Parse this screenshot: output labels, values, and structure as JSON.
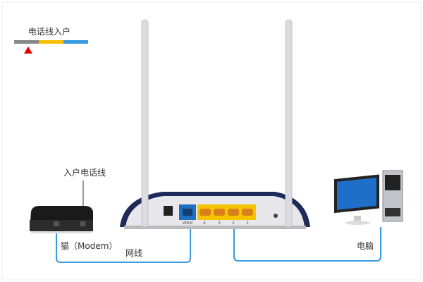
{
  "labels": {
    "phone_line_in": "电话线入户",
    "incoming_phone_line": "入户电话线",
    "modem": "猫（Modem）",
    "network_cable": "网线",
    "computer": "电脑"
  },
  "router_ports": [
    "WAN",
    "4",
    "3",
    "2",
    "1"
  ],
  "colors": {
    "cable": "#3a9be0",
    "legend_gray": "#888888",
    "legend_yellow": "#f5c000",
    "legend_blue": "#3a9be0",
    "marker_red": "#e00000",
    "router_body": "#e8e8ec",
    "router_trim": "#1e2a5a",
    "wan_port": "#1e6fc0",
    "lan_ports": "#f5c400"
  },
  "icons": [
    "router-image",
    "modem-image",
    "computer-image",
    "red-triangle-marker"
  ]
}
